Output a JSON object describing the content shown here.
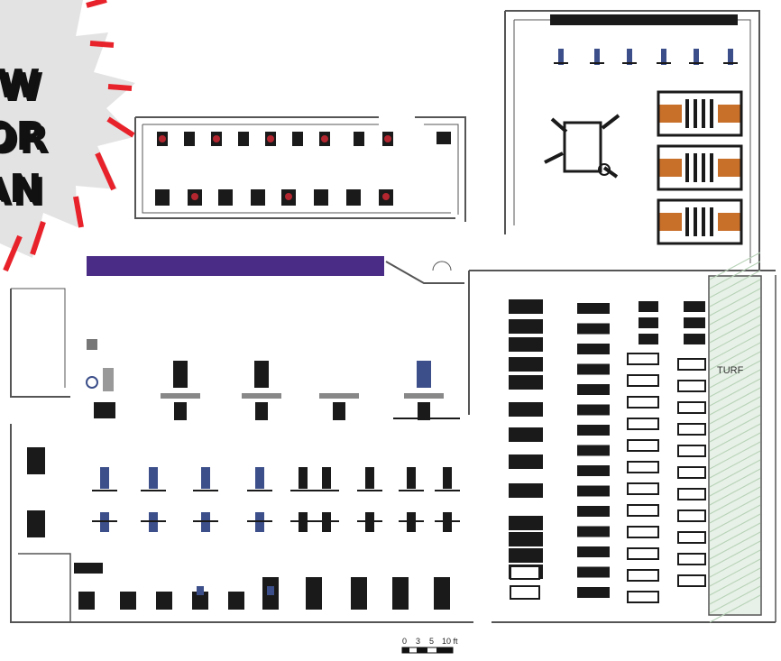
{
  "plan": {
    "turf_label": "TURF",
    "scale_labels": [
      "0",
      "3",
      "5",
      "10 ft"
    ]
  },
  "badge": {
    "lines": [
      "W",
      "OR",
      "AN"
    ],
    "fill_color": "#e3e3e3",
    "text_color": "#111111",
    "accent_color": "#e8222a",
    "highlight_color": "#ffd400"
  },
  "colors": {
    "wall": "#555555",
    "equipment": "#1a1a1a",
    "accent_red": "#b3262f",
    "accent_blue": "#3c4f8a",
    "accent_orange": "#c8702a",
    "bar_purple": "#4a2c86",
    "turf_green": "#e7f1e7"
  }
}
